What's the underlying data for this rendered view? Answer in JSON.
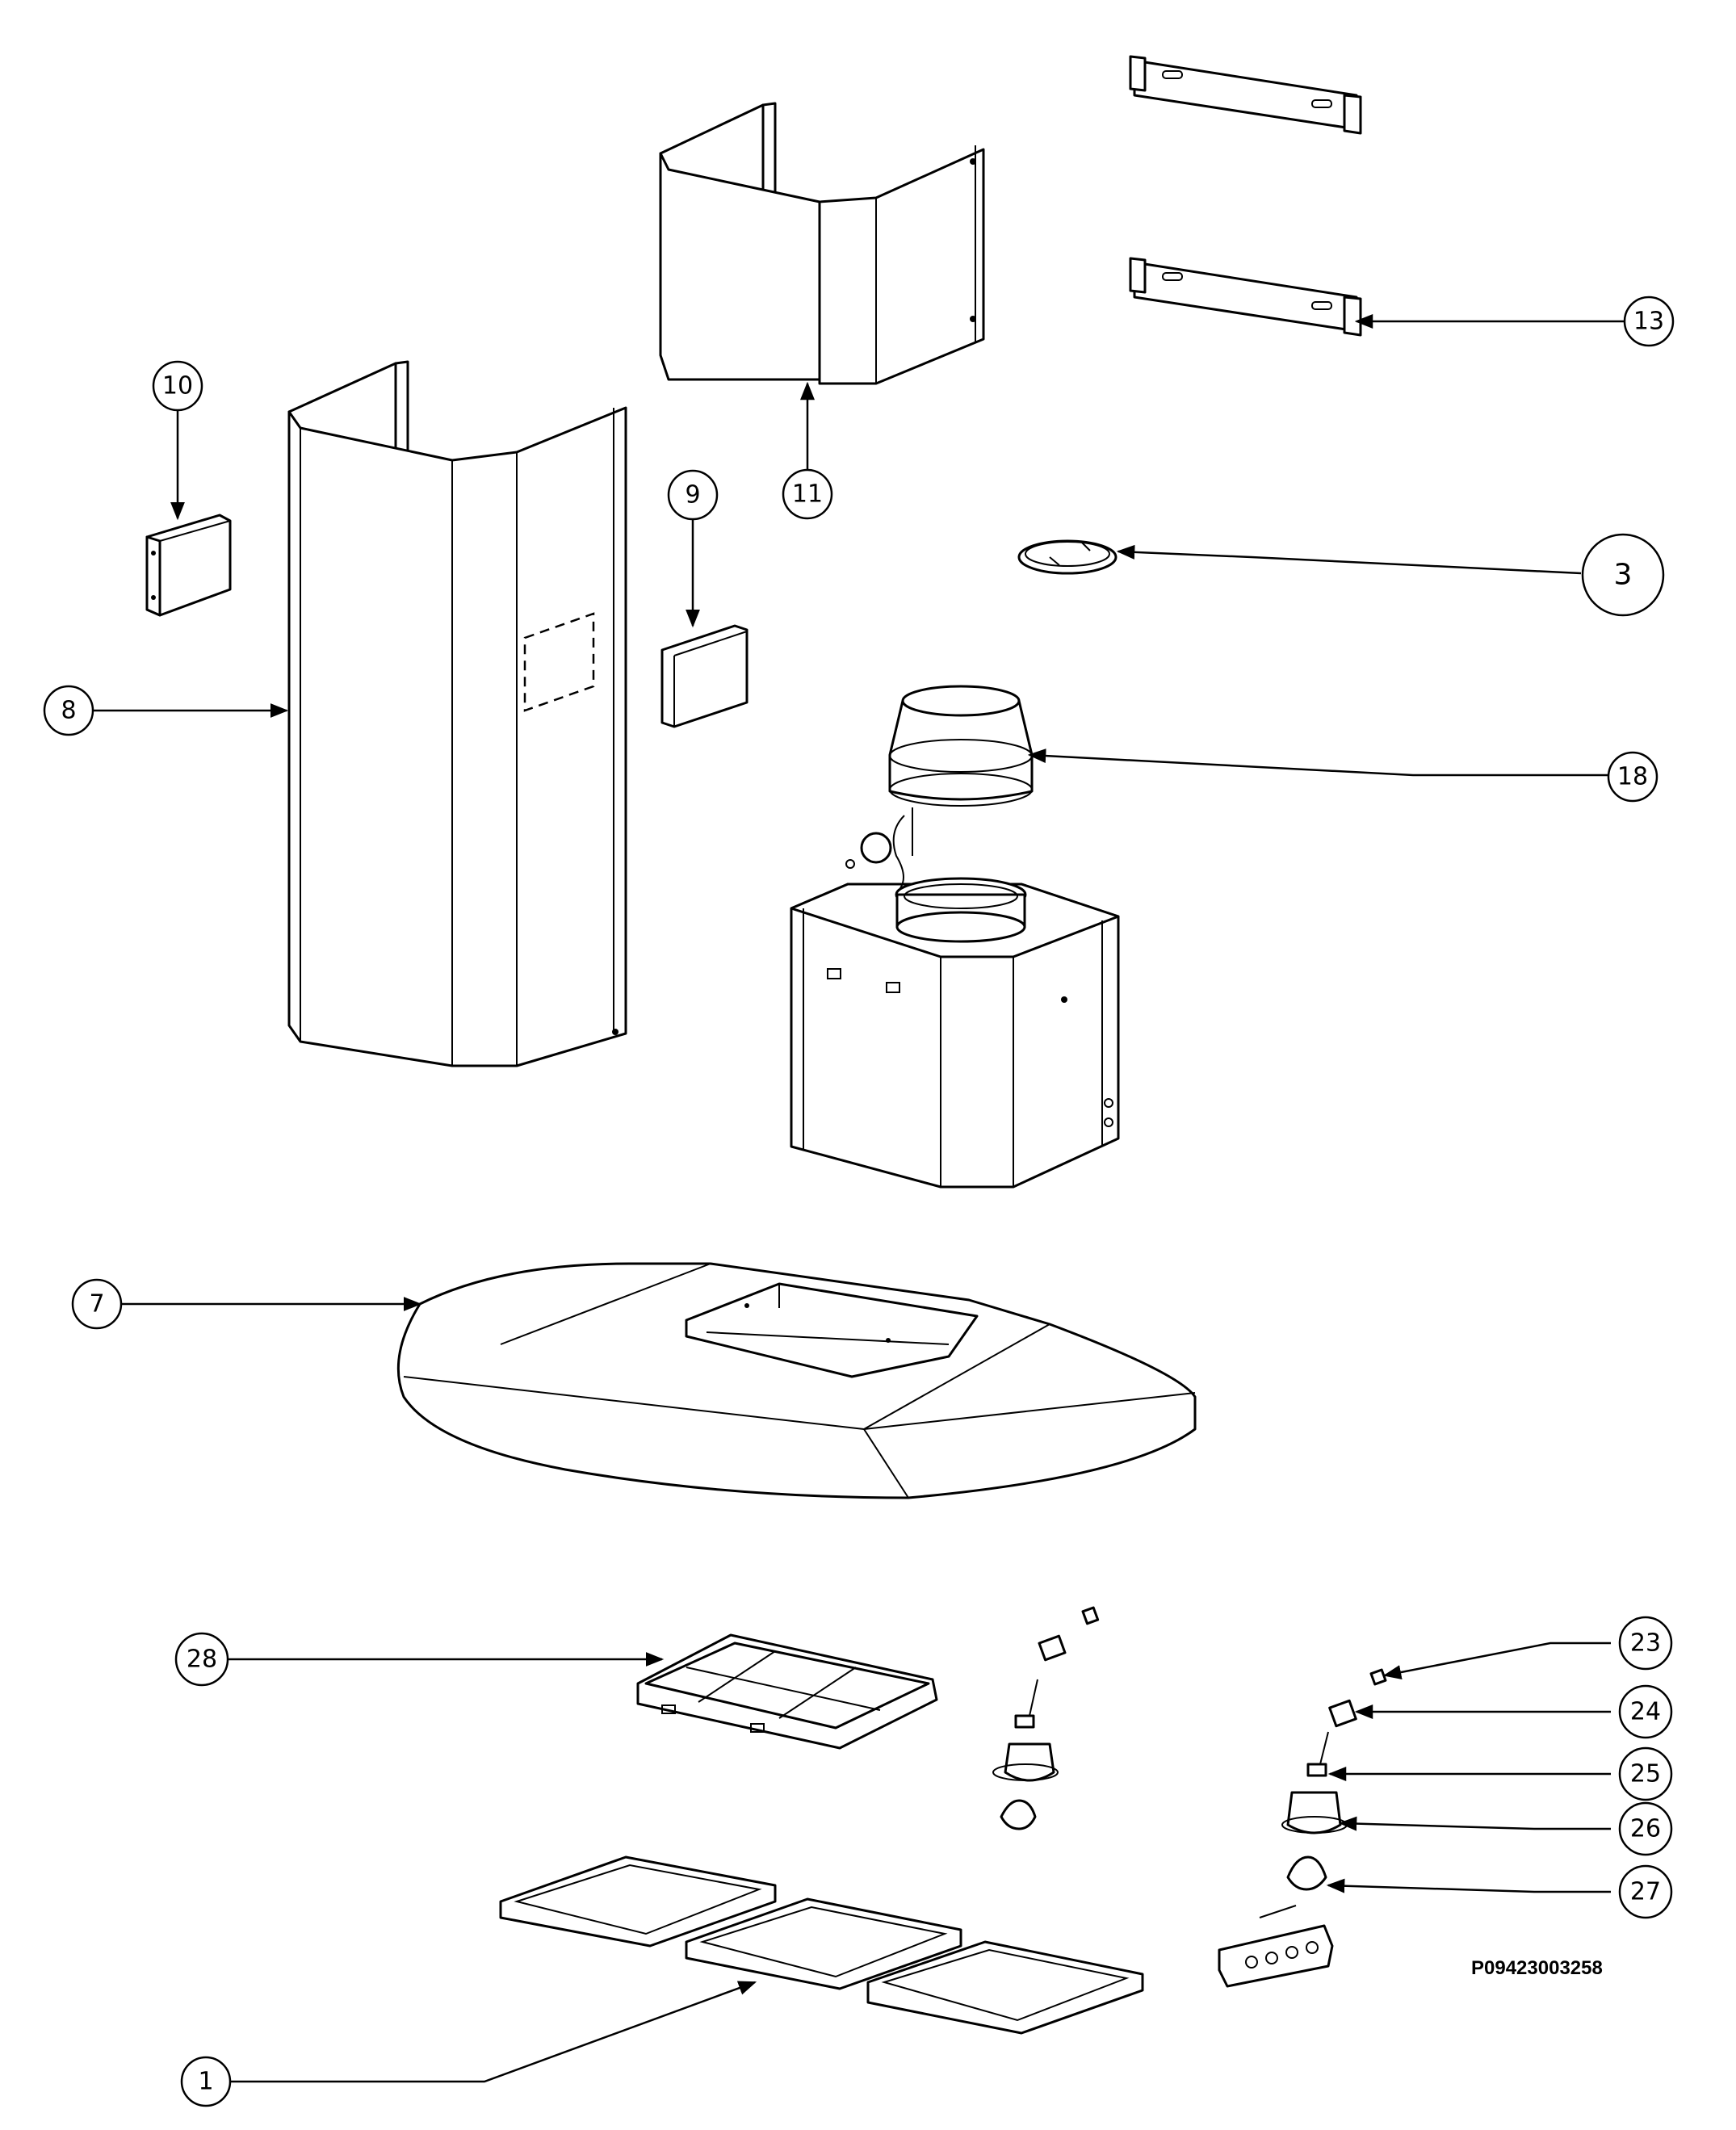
{
  "callouts": [
    {
      "id": "1",
      "label": "1"
    },
    {
      "id": "3",
      "label": "3"
    },
    {
      "id": "7",
      "label": "7"
    },
    {
      "id": "8",
      "label": "8"
    },
    {
      "id": "9",
      "label": "9"
    },
    {
      "id": "10",
      "label": "10"
    },
    {
      "id": "11",
      "label": "11"
    },
    {
      "id": "13",
      "label": "13"
    },
    {
      "id": "18",
      "label": "18"
    },
    {
      "id": "23",
      "label": "23"
    },
    {
      "id": "24",
      "label": "24"
    },
    {
      "id": "25",
      "label": "25"
    },
    {
      "id": "26",
      "label": "26"
    },
    {
      "id": "27",
      "label": "27"
    },
    {
      "id": "28",
      "label": "28"
    }
  ],
  "drawing_code": "P09423003258"
}
